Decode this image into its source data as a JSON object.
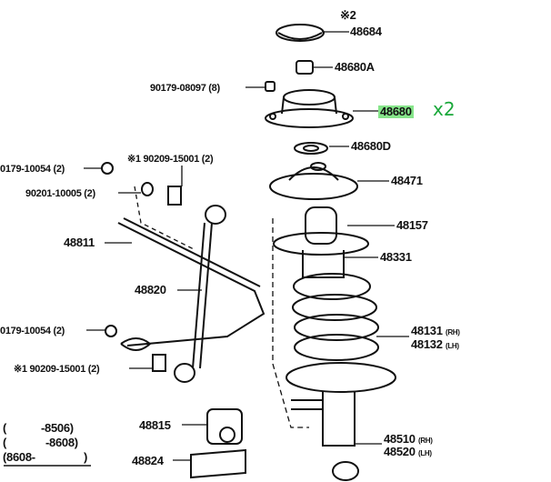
{
  "diagram": {
    "labels": {
      "note2": "※2",
      "p48684": "48684",
      "p48680A": "48680A",
      "p90179_08097": "90179-08097 (8)",
      "p48680": "48680",
      "p48680D": "48680D",
      "p48471": "48471",
      "p48157": "48157",
      "p48331": "48331",
      "p48131": "48131",
      "p48132": "48132",
      "rh": "(RH)",
      "lh": "(LH)",
      "p48510": "48510",
      "p48520": "48520",
      "p48815": "48815",
      "p48824": "48824",
      "p48820": "48820",
      "p48811": "48811",
      "p90179_10054_top": "0179-10054 (2)",
      "p90209_top": "※1 90209-15001 (2)",
      "p90201": "90201-10005 (2)",
      "p90179_10054_bot": "0179-10054 (2)",
      "p90209_bot": "※1 90209-15001 (2)"
    },
    "annotation": {
      "text": "x2",
      "color": "#1aa83a",
      "highlight_color": "#86e58a"
    },
    "date_table": [
      {
        "from": "(",
        "to": "-8506)"
      },
      {
        "from": "(",
        "to": "-8608)"
      },
      {
        "from": "(8608-",
        "to": ")"
      }
    ]
  }
}
